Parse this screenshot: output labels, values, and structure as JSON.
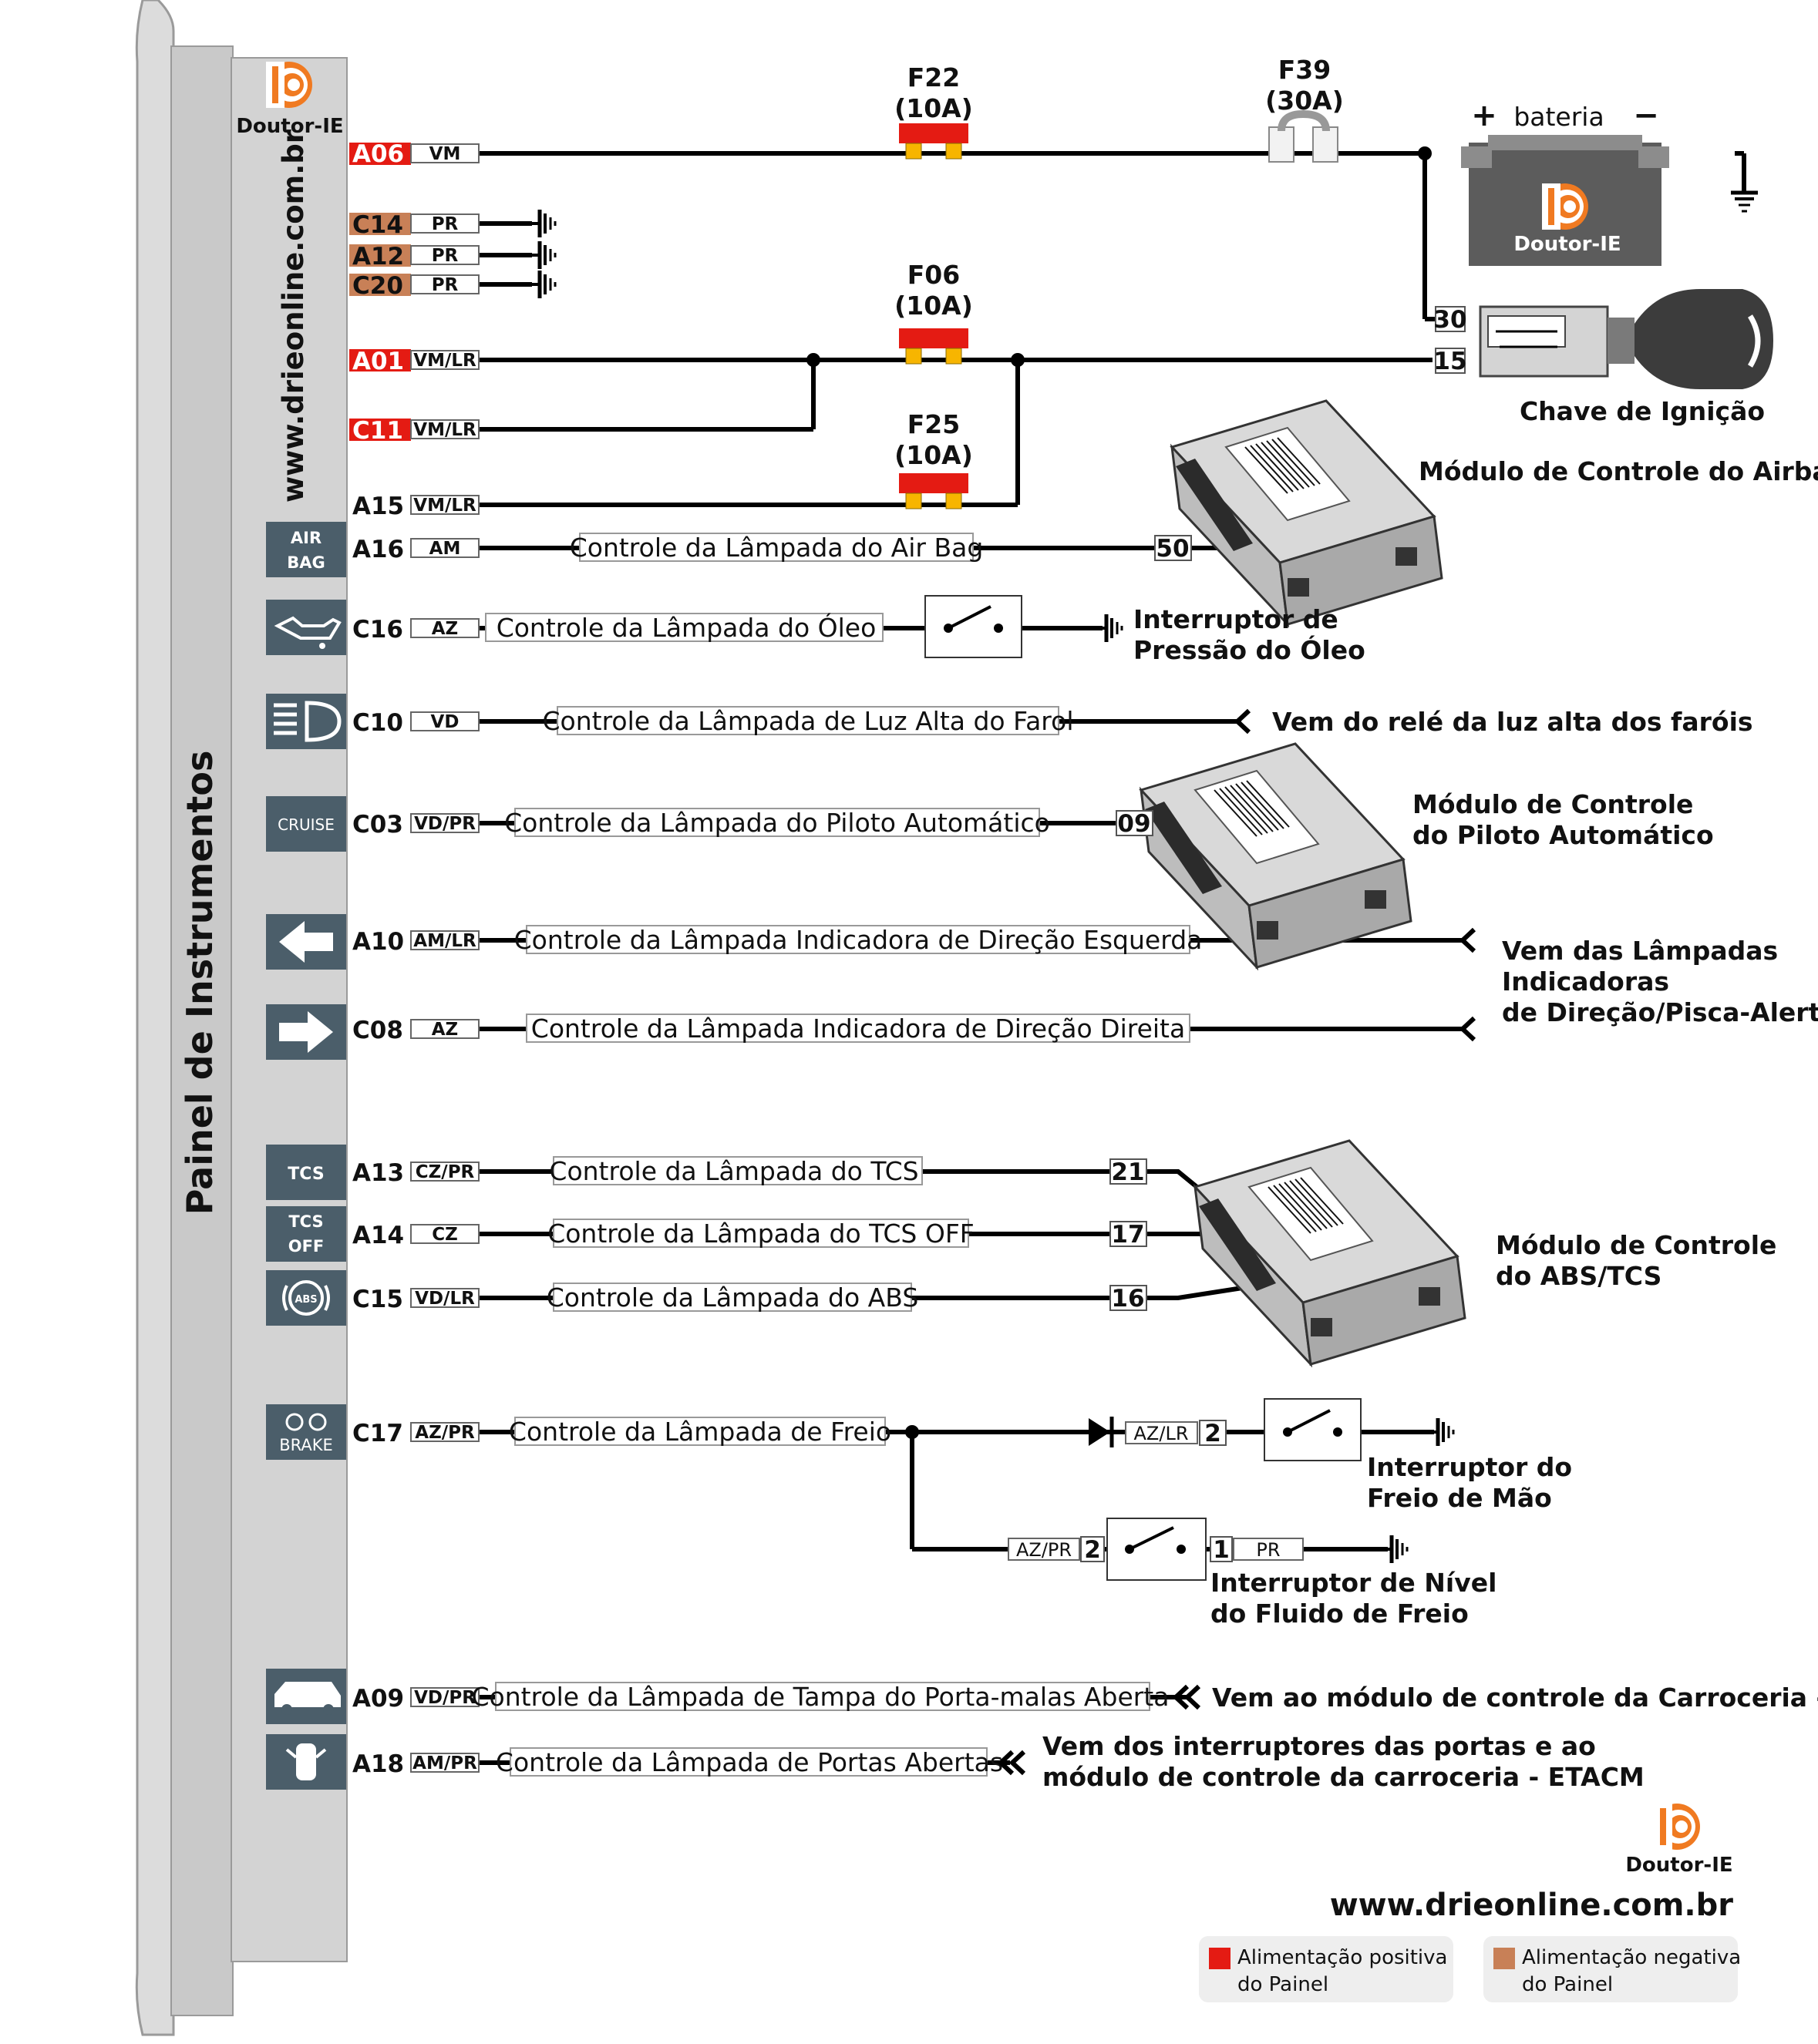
{
  "brand": {
    "name": "Doutor-IE",
    "url": "www.drieonline.com.br"
  },
  "panel_title": "Painel de Instrumentos",
  "colors": {
    "positive_feed": "#e41b13",
    "negative_feed": "#c88057",
    "icon_bg": "#4b5e6a",
    "panel_gray": "#c9c9c9",
    "wire": "#000000"
  },
  "fuses": {
    "f22": {
      "name": "F22",
      "rating": "(10A)"
    },
    "f39": {
      "name": "F39",
      "rating": "(30A)"
    },
    "f06": {
      "name": "F06",
      "rating": "(10A)"
    },
    "f25": {
      "name": "F25",
      "rating": "(10A)"
    }
  },
  "battery": {
    "plus": "+",
    "label": "bateria",
    "minus": "−"
  },
  "ignition": {
    "label": "Chave de Ignição",
    "t30": "30",
    "t15": "15"
  },
  "pins": {
    "a06": "A06",
    "c14": "C14",
    "a12": "A12",
    "c20": "C20",
    "a01": "A01",
    "c11": "C11",
    "a15": "A15",
    "a16": "A16",
    "c16": "C16",
    "c10": "C10",
    "c03": "C03",
    "a10": "A10",
    "c08": "C08",
    "a13": "A13",
    "a14": "A14",
    "c15": "C15",
    "c17": "C17",
    "a09": "A09",
    "a18": "A18"
  },
  "wires": {
    "a06": "VM",
    "c14": "PR",
    "a12": "PR",
    "c20": "PR",
    "a01": "VM/LR",
    "c11": "VM/LR",
    "a15": "VM/LR",
    "a16": "AM",
    "c16": "AZ",
    "c10": "VD",
    "c03": "VD/PR",
    "a10": "AM/LR",
    "c08": "AZ",
    "a13": "CZ/PR",
    "a14": "CZ",
    "c15": "VD/LR",
    "c17": "AZ/PR",
    "a09": "VD/PR",
    "a18": "AM/PR"
  },
  "controls": {
    "a16": "Controle da Lâmpada do Air Bag",
    "c16": "Controle da Lâmpada do Óleo",
    "c10": "Controle da Lâmpada de Luz Alta do Farol",
    "c03": "Controle da Lâmpada do Piloto Automático",
    "a10": "Controle da Lâmpada Indicadora de Direção Esquerda",
    "c08": "Controle da Lâmpada Indicadora de Direção Direita",
    "a13": "Controle da Lâmpada do TCS",
    "a14": "Controle da Lâmpada do TCS OFF",
    "c15": "Controle da Lâmpada do ABS",
    "c17": "Controle da Lâmpada de Freio",
    "a09": "Controle da Lâmpada de Tampa do Porta-malas Aberta",
    "a18": "Controle da Lâmpada de Portas Abertas"
  },
  "icons": {
    "airbag_1": "AIR",
    "airbag_2": "BAG",
    "cruise": "CRUISE",
    "tcs": "TCS",
    "tcsoff_1": "TCS",
    "tcsoff_2": "OFF",
    "abs": "ABS",
    "brake": "BRAKE"
  },
  "terminals": {
    "airbag": "50",
    "cruise": "09",
    "tcs": "21",
    "tcsoff": "17",
    "abs": "16",
    "handbrake": "2",
    "fluid_a": "2",
    "fluid_b": "1"
  },
  "aux_wires": {
    "handbrake": "AZ/LR",
    "fluid_in": "AZ/PR",
    "fluid_out": "PR"
  },
  "labels": {
    "airbag_module": "Módulo de Controle do Airbag",
    "oil_switch_1": "Interruptor de",
    "oil_switch_2": "Pressão do Óleo",
    "highbeam_src": "Vem do relé da luz alta dos faróis",
    "cruise_module_1": "Módulo de Controle",
    "cruise_module_2": "do Piloto Automático",
    "turn_src_1": "Vem das Lâmpadas",
    "turn_src_2": "Indicadoras",
    "turn_src_3": "de Direção/Pisca-Alerta",
    "abs_module_1": "Módulo de Controle",
    "abs_module_2": "do ABS/TCS",
    "handbrake_1": "Interruptor do",
    "handbrake_2": "Freio de Mão",
    "fluid_1": "Interruptor de Nível",
    "fluid_2": "do Fluido de Freio",
    "trunk_dest": "Vem ao módulo de controle da Carroceria - ETACM",
    "doors_src_1": "Vem dos interruptores das portas e ao",
    "doors_src_2": "módulo de controle da carroceria - ETACM"
  },
  "legend": {
    "positive_1": "Alimentação positiva",
    "positive_2": "do Painel",
    "negative_1": "Alimentação negativa",
    "negative_2": "do Painel"
  }
}
